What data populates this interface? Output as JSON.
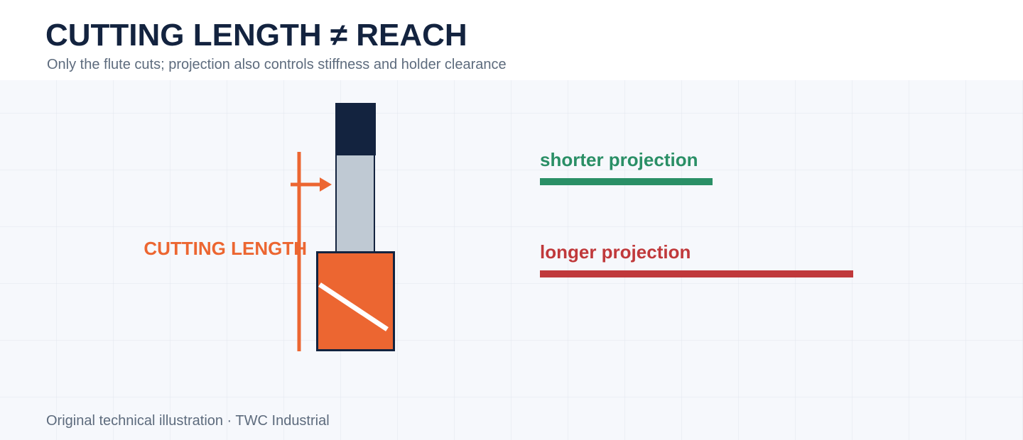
{
  "header": {
    "title": "CUTTING LENGTH ≠ REACH",
    "subtitle": "Only the flute cuts; projection also controls stiffness and holder clearance"
  },
  "diagram": {
    "cutting_length_label": "CUTTING LENGTH",
    "projection_bars": [
      {
        "label": "shorter projection",
        "relative_length": 0.55,
        "color": "#2a8f66"
      },
      {
        "label": "longer projection",
        "relative_length": 1.0,
        "color": "#c0393b"
      }
    ]
  },
  "footer": {
    "credit": "Original technical illustration · TWC Industrial"
  },
  "colors": {
    "navy": "#13233f",
    "accent_orange": "#ec6631",
    "shank_gray": "#bfc9d3",
    "grid_background": "#f6f8fc",
    "grid_line": "#e2e6ee",
    "muted_text": "#5d6b7d"
  }
}
